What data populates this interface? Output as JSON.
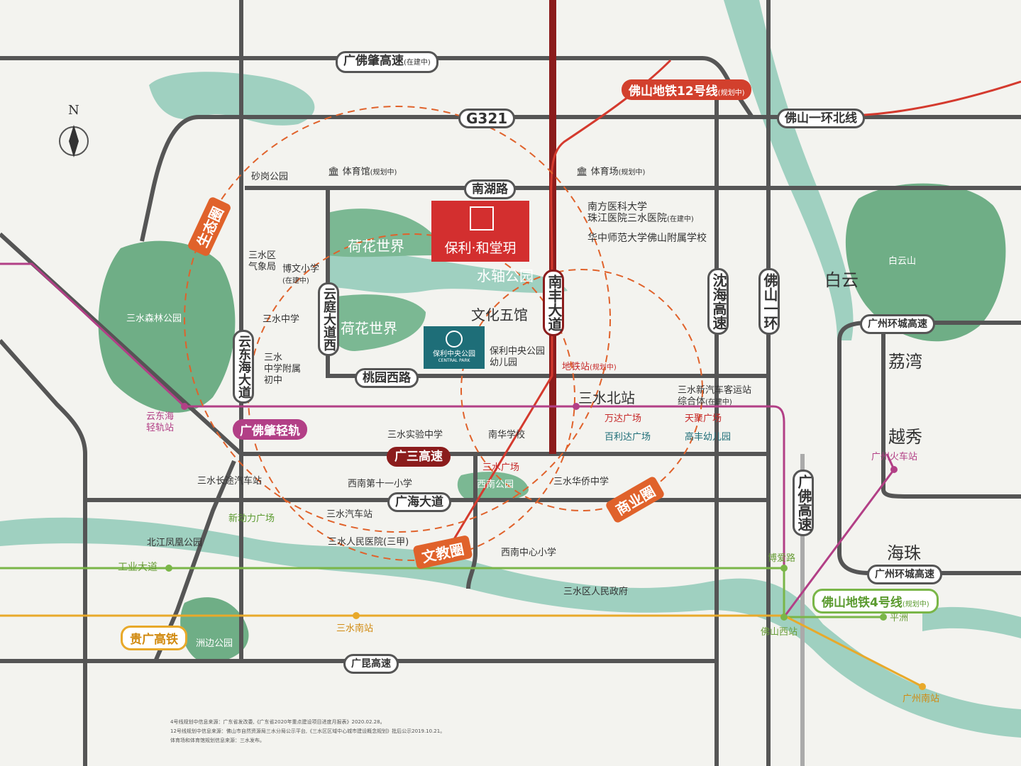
{
  "roads": {
    "guangfozhao": {
      "name": "广佛肇高速",
      "status": "(在建中)"
    },
    "g321": "G321",
    "foshan_1huan_north": "佛山一环北线",
    "nanhu": "南湖路",
    "taoyuan_west": "桃园西路",
    "yuntinx": "云庭大道西",
    "yundonghai": "云东海大道",
    "nanfeng": "南丰大道",
    "shenhai": "沈海高速",
    "foshan_1huan": "佛山一环",
    "guangsan": "广三高速",
    "guanghai": "广海大道",
    "guangfo_exp": "广佛高速",
    "guangzhou_ring_top": "广州环城高速",
    "guangzhou_ring_bottom": "广州环城高速",
    "guangkun": "广昆高速"
  },
  "rail": {
    "metro12": {
      "name": "佛山地铁12号线",
      "status": "(规划中)"
    },
    "metro4": {
      "name": "佛山地铁4号线",
      "status": "(规划中)"
    },
    "light_rail": "广佛肇轻轨",
    "guigang": "贵广高铁",
    "gongye": "工业大道"
  },
  "stations": {
    "sanshui_north": "三水北站",
    "yundonghai_station": "云东海轻轨站",
    "metro_station": {
      "name": "地铁站",
      "status": "(规划中)"
    },
    "guangzhou_train": "广州火车站",
    "bohe": "博爱路",
    "foshan_west": "佛山西站",
    "pingzhou": "平洲",
    "guangzhou_south": "广州南站",
    "sanshui_south": "三水南站"
  },
  "project": {
    "logo_text": "保利·和堂玥",
    "park": "保利中央公园",
    "park_en": "CENTRAL PARK"
  },
  "circles": {
    "eco": "生态圈",
    "edu": "文教圈",
    "biz": "商业圈"
  },
  "poi": {
    "gymnasium": {
      "name": "体育馆",
      "status": "(规划中)"
    },
    "stadium": {
      "name": "体育场",
      "status": "(规划中)"
    },
    "shagang": "砂岗公园",
    "hospital": {
      "line1": "南方医科大学",
      "line2": "珠江医院三水医院",
      "status": "(在建中)"
    },
    "huazhong": "华中师范大学佛山附属学校",
    "weather": {
      "line1": "三水区",
      "line2": "气象局"
    },
    "bowen": {
      "name": "博文小学",
      "status": "(在建中)"
    },
    "sanshui_middle": "三水中学",
    "sanshui_middle_affil": {
      "line1": "三水",
      "line2": "中学附属",
      "line3": "初中"
    },
    "lotus1": "荷花世界",
    "lotus2": "荷花世界",
    "water_axis": "水轴公园",
    "culture": "文化五馆",
    "kindergarten": {
      "line1": "保利中央公园",
      "line2": "幼儿园"
    },
    "forest": "三水森林公园",
    "coach": {
      "name": "三水新汽车客运站",
      "line2": "综合体",
      "status": "(在建中)"
    },
    "wanda": "万达广场",
    "tianju": "天聚广场",
    "bailida": "百利达广场",
    "gaofeng": "高丰幼儿园",
    "shiyan": "三水实验中学",
    "nanhua": "南华学校",
    "long_bus": "三水长途汽车站",
    "xinan11": "西南第十一小学",
    "sanshui_plaza": "三水广场",
    "xinan_park": "西南公园",
    "huaqiao": "三水华侨中学",
    "xinli": "新动力广场",
    "bus_station": "三水汽车站",
    "beijiang": "北江凤凰公园",
    "hospital2": "三水人民医院(三甲)",
    "xinan_center": "西南中心小学",
    "gov": "三水区人民政府",
    "zhoubian": "洲边公园",
    "baiyun_mtn": "白云山"
  },
  "districts": {
    "baiyun": "白云",
    "liwan": "荔湾",
    "yuexiu": "越秀",
    "haizhu": "海珠"
  },
  "compass": "N",
  "notes": [
    "4号线规划中信息来源：广东省发改委,《广东省2020年重点建设项目进度月报表》2020.02.28。",
    "12号线规划中信息来源：佛山市自然资源局三水分局公示平台,《三水区区域中心城市建设概念规划》批后公示2019.10.21。",
    "体育场和体育馆规划信息来源：三水发布。"
  ],
  "colors": {
    "water": "#9fd0c0",
    "green": "#6fae86",
    "road": "#555555",
    "metro12": "#d43a2e",
    "light_rail": "#b23f86",
    "gongye": "#7ab648",
    "guigang": "#e8a92a",
    "circle": "#e0622b",
    "project_red": "#d32f2f",
    "park_teal": "#1e6e78"
  }
}
